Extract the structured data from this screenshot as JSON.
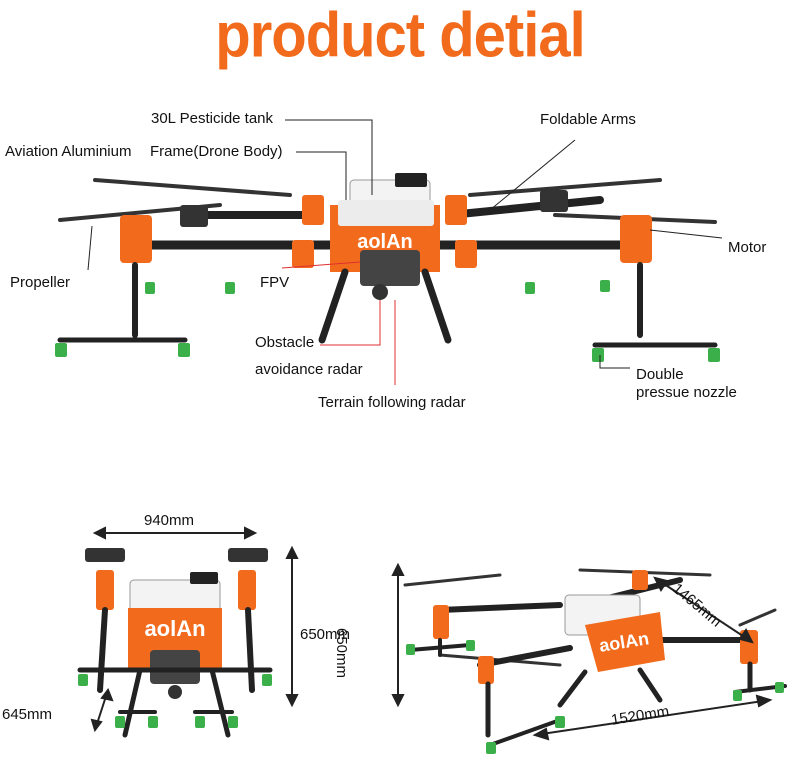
{
  "title": "product detial",
  "brand": "aolAn",
  "colors": {
    "accent": "#f26a1b",
    "nozzle": "#3bb04a",
    "line": "#222222",
    "pointer_red": "#e03030"
  },
  "labels": {
    "tank": "30L Pesticide tank",
    "frame_left": "Aviation Aluminium",
    "frame_right": "Frame(Drone Body)",
    "arms": "Foldable Arms",
    "motor": "Motor",
    "propeller": "Propeller",
    "fpv": "FPV",
    "obstacle_1": "Obstacle",
    "obstacle_2": "avoidance radar",
    "terrain": "Terrain following radar",
    "nozzle_1": "Double",
    "nozzle_2": "pressue nozzle"
  },
  "dimensions": {
    "width": "940mm",
    "height_front": "650mm",
    "depth": "645mm",
    "height_side": "650mm",
    "diagonal": "1465mm",
    "length": "1520mm"
  }
}
